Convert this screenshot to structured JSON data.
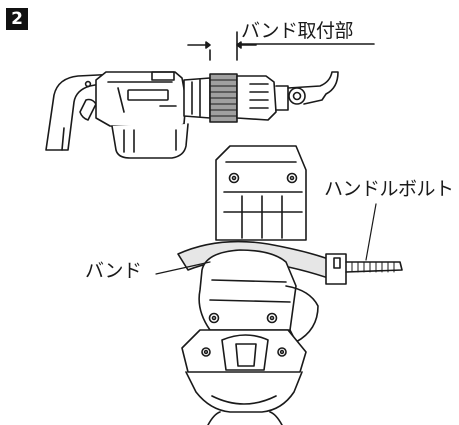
{
  "step": {
    "number": "2"
  },
  "labels": {
    "band_mount": "バンド取付部",
    "handle_bolt": "ハンドルボルト",
    "band": "バンド"
  },
  "colors": {
    "line": "#1a1a1a",
    "grip": "#9a9a9a",
    "band": "#e6e6e6"
  }
}
